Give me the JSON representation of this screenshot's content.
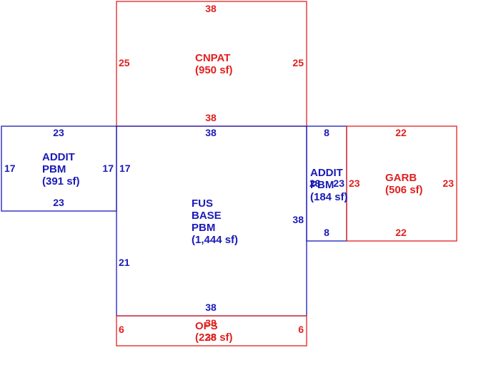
{
  "colors": {
    "blue": "#1a1ab8",
    "red": "#e02020"
  },
  "areas": {
    "cnpat": {
      "name": "CNPAT",
      "area": "(950 sf)",
      "color": "red"
    },
    "addit_left": {
      "name": "ADDIT",
      "name2": "PBM",
      "area": "(391 sf)",
      "color": "blue"
    },
    "fus": {
      "name": "FUS",
      "name2": "BASE",
      "name3": "PBM",
      "area": "(1,444 sf)",
      "color": "blue"
    },
    "addit_right": {
      "name": "ADDIT",
      "name2": "PBM",
      "area": "(184 sf)",
      "color": "blue"
    },
    "garb": {
      "name": "GARB",
      "area": "(506 sf)",
      "color": "red"
    },
    "ops": {
      "name": "OPS",
      "area": "(228 sf)",
      "color": "red"
    }
  },
  "dimensions": {
    "cnpat_top": "38",
    "cnpat_left": "25",
    "cnpat_right": "25",
    "cnpat_bottom": "38",
    "addit_left_top": "23",
    "addit_left_left": "17",
    "addit_left_right": "17",
    "addit_left_bottom": "23",
    "fus_top": "38",
    "fus_left_upper": "17",
    "fus_left_lower": "21",
    "fus_right": "38",
    "fus_bottom": "38",
    "addit_right_top": "8",
    "addit_right_left": "23",
    "addit_right_right": "23",
    "addit_right_bottom": "8",
    "garb_top": "22",
    "garb_left": "23",
    "garb_right": "23",
    "garb_bottom": "22",
    "ops_top": "38",
    "ops_left": "6",
    "ops_right": "6",
    "ops_bottom": "38"
  }
}
